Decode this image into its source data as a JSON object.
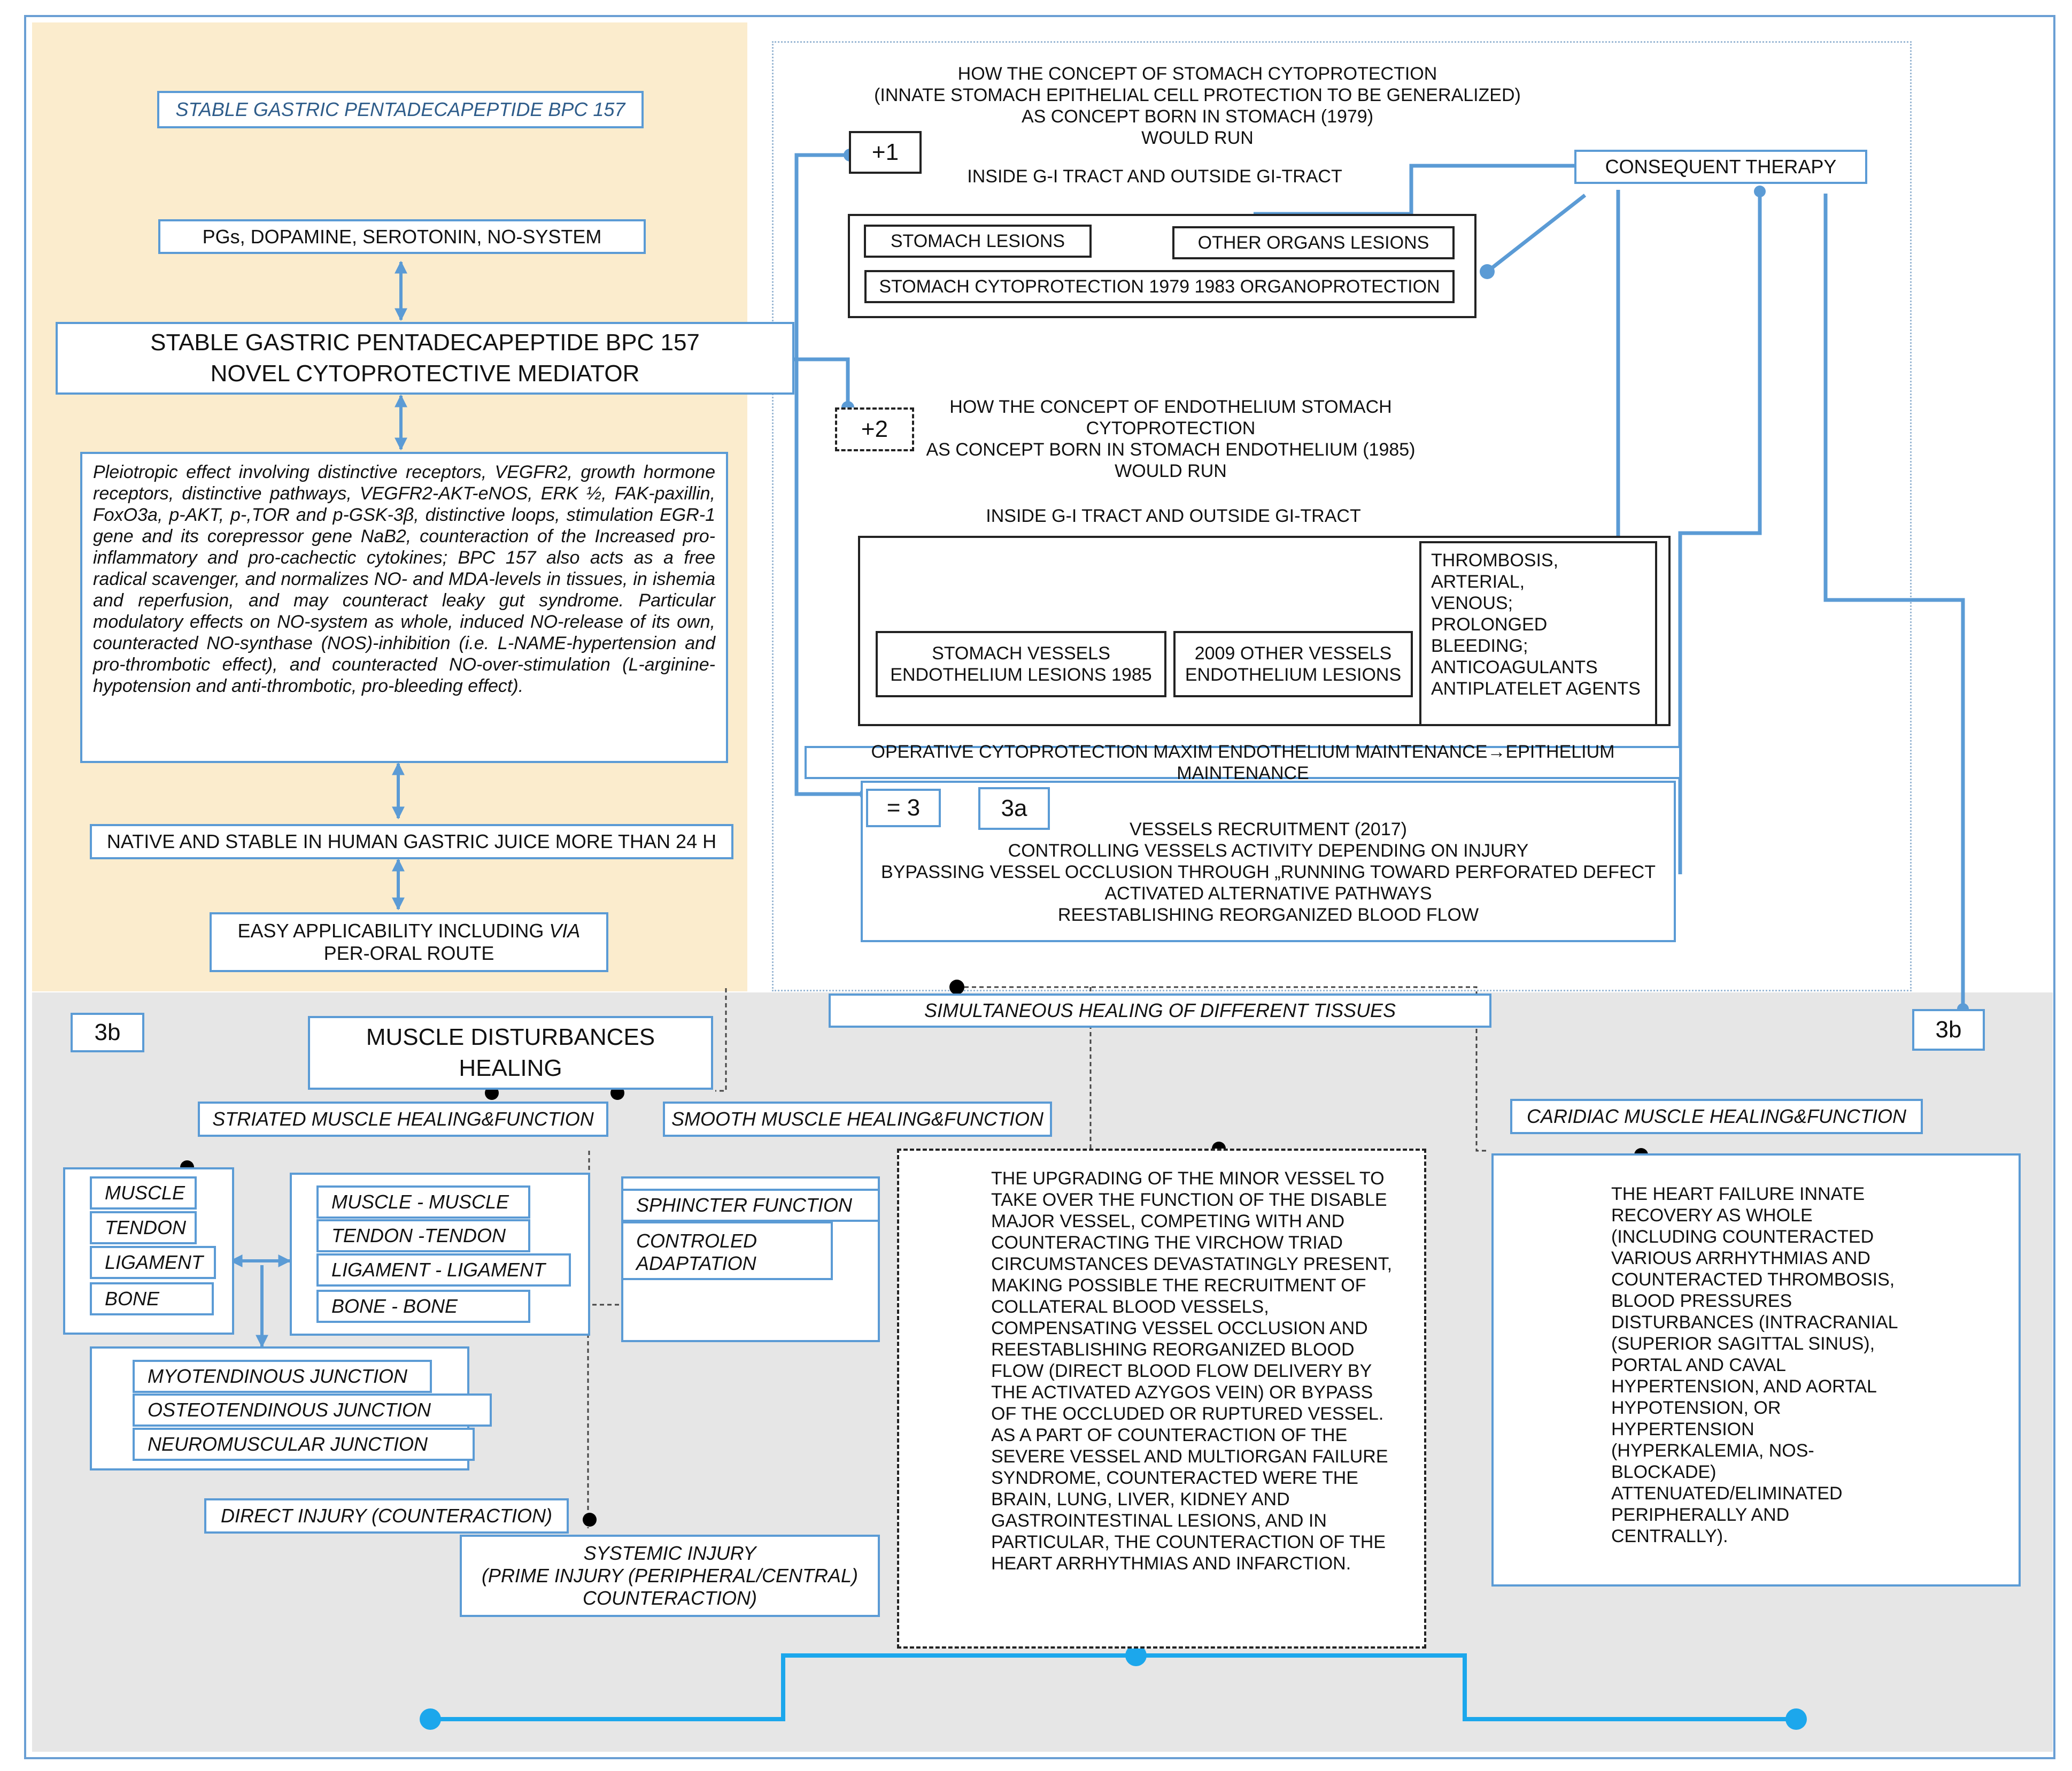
{
  "left": {
    "title": "STABLE GASTRIC PENTADECAPEPTIDE BPC 157",
    "systems": "PGs, DOPAMINE, SEROTONIN, NO-SYSTEM",
    "main": "STABLE GASTRIC PENTADECAPEPTIDE BPC 157\nNOVEL CYTOPROTECTIVE MEDIATOR",
    "pleiotropic": "Pleiotropic effect involving distinctive receptors, VEGFR2, growth hormone receptors, distinctive pathways, VEGFR2-AKT-eNOS, ERK ½, FAK-paxillin, FoxO3a, p-AKT, p-,TOR and p-GSK-3β, distinctive loops, stimulation EGR-1 gene and its corepressor gene NaB2, counteraction of the Increased pro-inflammatory and pro-cachectic cytokines; BPC 157 also acts as a free radical scavenger, and normalizes NO- and MDA-levels in tissues, in ishemia and reperfusion, and may counteract leaky gut syndrome. Particular modulatory effects on NO-system as whole, induced NO-release of its own, counteracted NO-synthase (NOS)-inhibition (i.e. L-NAME-hypertension and pro-thrombotic effect), and counteracted NO-over-stimulation (L-arginine-hypotension and anti-thrombotic, pro-bleeding effect).",
    "native": "NATIVE AND STABLE IN HUMAN GASTRIC JUICE MORE THAN 24 H",
    "easy_pre": "EASY APPLICABILITY INCLUDING ",
    "easy_via": "VIA",
    "easy_post": "PER-ORAL ROUTE"
  },
  "right": {
    "plus1": "+1",
    "plus2": "+2",
    "eq3": "= 3",
    "label3a": "3a",
    "concept1": "HOW THE CONCEPT OF STOMACH CYTOPROTECTION\n(INNATE STOMACH EPITHELIAL CELL PROTECTION TO BE GENERALIZED)\nAS CONCEPT BORN IN STOMACH (1979)\nWOULD RUN",
    "inside1": "INSIDE G-I TRACT AND OUTSIDE GI-TRACT",
    "consequent": "CONSEQUENT THERAPY",
    "stomach_lesions": "STOMACH LESIONS",
    "other_organs": "OTHER ORGANS LESIONS",
    "stomach_cyto": "STOMACH CYTOPROTECTION 1979   1983 ORGANOPROTECTION",
    "concept2": "HOW THE CONCEPT OF ENDOTHELIUM STOMACH\nCYTOPROTECTION\nAS CONCEPT BORN IN STOMACH ENDOTHELIUM (1985)\nWOULD RUN",
    "inside2": "INSIDE G-I TRACT AND OUTSIDE GI-TRACT",
    "stomach_vessels": "STOMACH VESSELS\nENDOTHELIUM LESIONS 1985",
    "other_vessels": "2009 OTHER VESSELS\nENDOTHELIUM LESIONS",
    "thrombosis": "THROMBOSIS,\nARTERIAL,\nVENOUS;\nPROLONGED\nBLEEDING;\nANTICOAGULANTS\nANTIPLATELET AGENTS",
    "operative": "OPERATIVE CYTOPROTECTION MAXIM ENDOTHELIUM MAINTENANCE→EPITHELIUM MAINTENANCE",
    "vessels": "VESSELS RECRUITMENT (2017)\nCONTROLLING VESSELS ACTIVITY DEPENDING ON INJURY\nBYPASSING VESSEL OCCLUSION THROUGH „RUNNING TOWARD PERFORATED DEFECT\nACTIVATED ALTERNATIVE PATHWAYS\nREESTABLISHING REORGANIZED BLOOD FLOW"
  },
  "bottom": {
    "label3b_left": "3b",
    "label3b_right": "3b",
    "muscle_title": "MUSCLE DISTURBANCES\nHEALING",
    "simultaneous": "SIMULTANEOUS HEALING OF DIFFERENT TISSUES",
    "striated": "STRIATED MUSCLE HEALING&FUNCTION",
    "smooth": "SMOOTH MUSCLE HEALING&FUNCTION",
    "cardiac": "CARIDIAC MUSCLE HEALING&FUNCTION",
    "tissues": [
      "MUSCLE",
      "TENDON",
      "LIGAMENT",
      "BONE"
    ],
    "pairs": [
      "MUSCLE - MUSCLE",
      "TENDON -TENDON",
      "LIGAMENT - LIGAMENT",
      "BONE - BONE"
    ],
    "junctions": [
      "MYOTENDINOUS JUNCTION",
      "OSTEOTENDINOUS JUNCTION",
      "NEUROMUSCULAR JUNCTION"
    ],
    "sphincter": "SPHINCTER FUNCTION",
    "controled": "CONTROLED\nADAPTATION",
    "direct": "DIRECT INJURY (COUNTERACTION)",
    "systemic": "SYSTEMIC INJURY\n(PRIME INJURY  (PERIPHERAL/CENTRAL)\nCOUNTERACTION)",
    "upgrading": "THE UPGRADING OF THE MINOR VESSEL TO TAKE OVER THE FUNCTION OF THE DISABLE MAJOR VESSEL, COMPETING WITH AND COUNTERACTING  THE VIRCHOW TRIAD CIRCUMSTANCES DEVASTATINGLY PRESENT, MAKING POSSIBLE THE RECRUITMENT OF COLLATERAL BLOOD VESSELS, COMPENSATING VESSEL OCCLUSION AND REESTABLISHING REORGANIZED BLOOD FLOW  (DIRECT BLOOD FLOW DELIVERY BY THE ACTIVATED AZYGOS VEIN) OR BYPASS OF THE OCCLUDED OR RUPTURED VESSEL. AS A PART OF COUNTERACTION  OF THE SEVERE VESSEL AND MULTIORGAN  FAILURE SYNDROME, COUNTERACTED  WERE THE BRAIN, LUNG, LIVER, KIDNEY AND GASTROINTESTINAL  LESIONS, AND IN PARTICULAR, THE COUNTERACTION  OF THE HEART ARRHYTHMIAS AND INFARCTION.",
    "heart": "THE HEART FAILURE INNATE RECOVERY AS WHOLE (INCLUDING COUNTERACTED VARIOUS ARRHYTHMIAS AND COUNTERACTED THROMBOSIS, BLOOD PRESSURES DISTURBANCES (INTRACRANIAL  (SUPERIOR SAGITTAL SINUS), PORTAL AND CAVAL HYPERTENSION, AND AORTAL HYPOTENSION,  OR HYPERTENSION (HYPERKALEMIA, NOS-BLOCKADE) ATTENUATED/ELIMINATED PERIPHERALLY AND CENTRALLY)."
  },
  "colors": {
    "accent": "#5b9bd5",
    "accent_bright": "#1ca7ec",
    "left_panel": "#fbeccd",
    "bottom_panel": "#e6e6e6"
  }
}
